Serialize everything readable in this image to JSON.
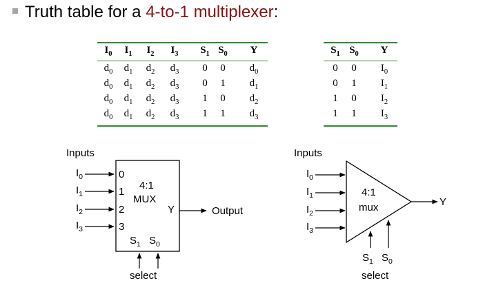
{
  "title": {
    "prefix": "Truth table for a ",
    "accent": "4-to-1 multiplexer",
    "suffix": ":"
  },
  "table1": {
    "headers": [
      "I0",
      "I1",
      "I2",
      "I3",
      "S1",
      "S0",
      "Y"
    ],
    "rows": [
      [
        "d0",
        "d1",
        "d2",
        "d3",
        "0",
        "0",
        "d0"
      ],
      [
        "d0",
        "d1",
        "d2",
        "d3",
        "0",
        "1",
        "d1"
      ],
      [
        "d0",
        "d1",
        "d2",
        "d3",
        "1",
        "0",
        "d2"
      ],
      [
        "d0",
        "d1",
        "d2",
        "d3",
        "1",
        "1",
        "d3"
      ]
    ]
  },
  "table2": {
    "headers": [
      "S1",
      "S0",
      "Y"
    ],
    "rows": [
      [
        "0",
        "0",
        "I0"
      ],
      [
        "0",
        "1",
        "I1"
      ],
      [
        "1",
        "0",
        "I2"
      ],
      [
        "1",
        "1",
        "I3"
      ]
    ]
  },
  "mux_box": {
    "inputs_label": "Inputs",
    "input_labels": [
      "I0",
      "I1",
      "I2",
      "I3"
    ],
    "port_numbers": [
      "0",
      "1",
      "2",
      "3"
    ],
    "name_line1": "4:1",
    "name_line2": "MUX",
    "output_port": "Y",
    "output_label": "Output",
    "select_ports": [
      "S1",
      "S0"
    ],
    "select_label": "select"
  },
  "mux_triangle": {
    "inputs_label": "Inputs",
    "input_labels": [
      "I0",
      "I1",
      "I2",
      "I3"
    ],
    "name_line1": "4:1",
    "name_line2": "mux",
    "output_label": "Y",
    "select_ports": [
      "S1",
      "S0"
    ],
    "select_label": "select"
  }
}
